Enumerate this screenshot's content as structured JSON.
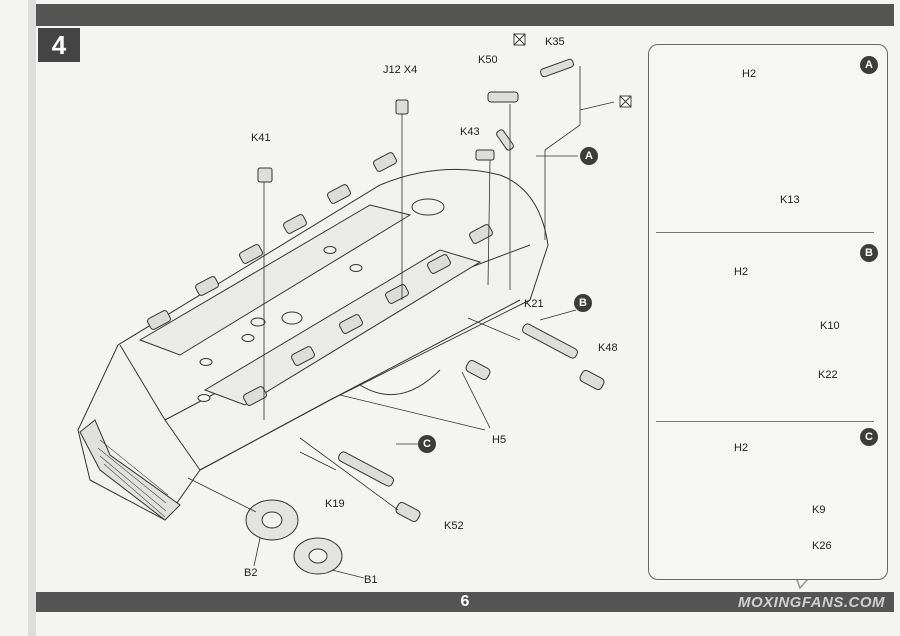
{
  "step": {
    "number": "4"
  },
  "page": {
    "number": "6"
  },
  "watermark": {
    "text": "MOXINGFANS.COM"
  },
  "main_labels": {
    "k35": "K35",
    "k50": "K50",
    "j12_x4": "J12 X4",
    "k43": "K43",
    "k41": "K41",
    "k21": "K21",
    "k48": "K48",
    "h5": "H5",
    "k19": "K19",
    "k52": "K52",
    "b2": "B2",
    "b1": "B1"
  },
  "callouts": {
    "a": "A",
    "b": "B",
    "c": "C"
  },
  "insets": {
    "a": {
      "letter": "A",
      "part1": "H2",
      "part2": "K13"
    },
    "b": {
      "letter": "B",
      "part1": "H2",
      "part2": "K10",
      "part3": "K22"
    },
    "c": {
      "letter": "C",
      "part1": "H2",
      "part2": "K9",
      "part3": "K26"
    }
  },
  "colors": {
    "bars": "#555555",
    "callout": "#3c3c3c",
    "line_art": "#333333"
  }
}
